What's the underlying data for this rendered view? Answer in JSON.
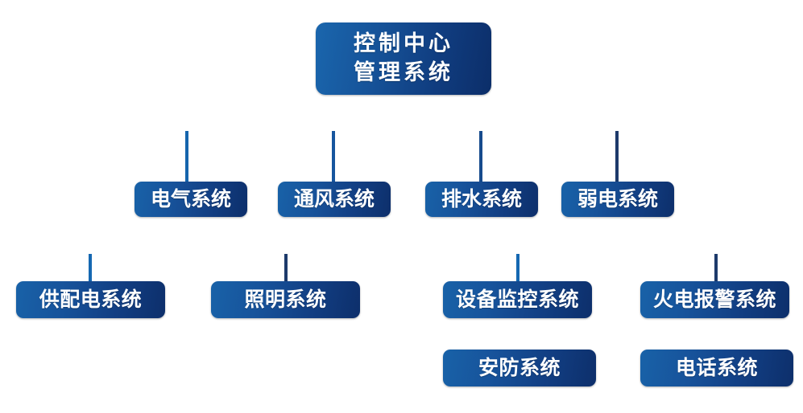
{
  "diagram": {
    "type": "org-chart",
    "title": "控制中心管理系统",
    "orientation": "top-down",
    "colors": {
      "box_gradient_start": "#1862a8",
      "box_gradient_end": "#0d2f6b",
      "connector_light": "#1565ad",
      "connector_dark": "#1d3a6b",
      "text": "#ffffff",
      "background": "#ffffff"
    },
    "levels": {
      "root": {
        "id": "control-center",
        "label": "控制中心\n管理系统",
        "line1": "控制中心",
        "line2": "管理系统"
      },
      "level2": [
        {
          "id": "electrical",
          "label": "电气系统"
        },
        {
          "id": "ventilation",
          "label": "通风系统"
        },
        {
          "id": "drainage",
          "label": "排水系统"
        },
        {
          "id": "weak-current",
          "label": "弱电系统"
        }
      ],
      "level3": [
        {
          "id": "power-distribution",
          "label": "供配电系统",
          "parent": "electrical"
        },
        {
          "id": "lighting",
          "label": "照明系统",
          "parent": "electrical"
        },
        {
          "id": "equipment-monitoring",
          "label": "设备监控系统",
          "parent": "weak-current"
        },
        {
          "id": "fire-alarm",
          "label": "火电报警系统",
          "parent": "weak-current"
        }
      ],
      "level4": [
        {
          "id": "security",
          "label": "安防系统",
          "parent": "equipment-monitoring"
        },
        {
          "id": "telephone",
          "label": "电话系统",
          "parent": "fire-alarm"
        }
      ]
    }
  }
}
